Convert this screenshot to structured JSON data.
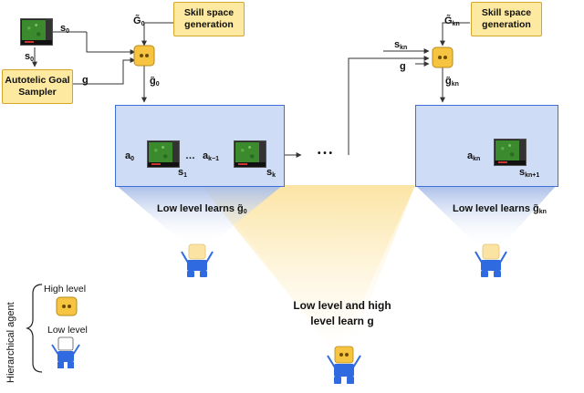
{
  "top_left": {
    "s0_top": "s",
    "s0_top_sub": "0",
    "s0_left": "s",
    "s0_left_sub": "0",
    "g_label": "g",
    "goal_sampler": "Autotelic Goal Sampler",
    "skill_gen": "Skill space generation",
    "G0": "G̃",
    "G0_sub": "0",
    "g0_out": "g̃",
    "g0_out_sub": "0"
  },
  "top_right": {
    "skn": "s",
    "skn_sub": "kn",
    "g_label": "g",
    "skill_gen": "Skill space generation",
    "Gkn": "G̃",
    "Gkn_sub": "kn",
    "gkn_out": "g̃",
    "gkn_out_sub": "kn"
  },
  "left_box": {
    "a0": "a",
    "a0_sub": "0",
    "dots": "…",
    "ak1": "a",
    "ak1_sub": "k−1",
    "s1": "s",
    "s1_sub": "1",
    "sk": "s",
    "sk_sub": "k"
  },
  "right_box": {
    "akn": "a",
    "akn_sub": "kn",
    "skn1": "s",
    "skn1_sub": "kn+1"
  },
  "between_dots": "• • •",
  "trap_left_label": "Low level learns ",
  "trap_left_sym": "g̃",
  "trap_left_sub": "0",
  "trap_right_label": "Low level learns ",
  "trap_right_sym": "g̃",
  "trap_right_sub": "kn",
  "center_label_line1": "Low level and high",
  "center_label_line2": "level learn ",
  "center_label_g": "g",
  "legend": {
    "vertical_title": "Hierarchical agent",
    "high_level": "High level",
    "low_level": "Low level"
  }
}
